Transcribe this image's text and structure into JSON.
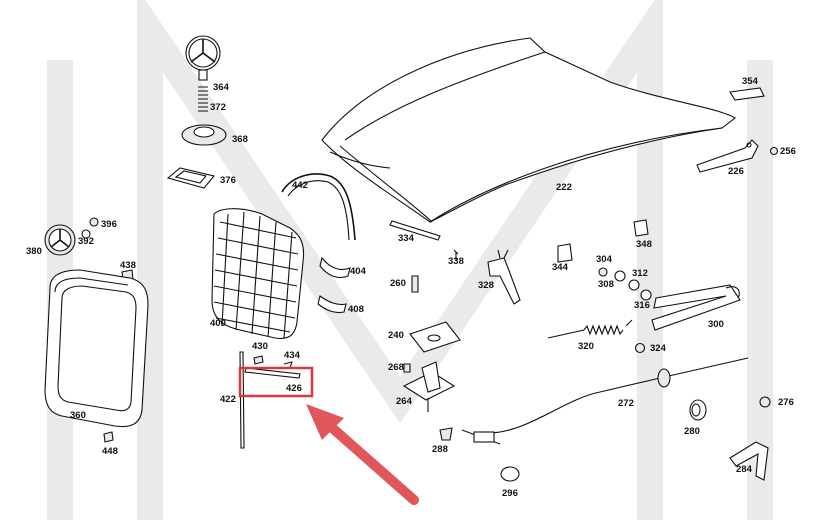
{
  "labels": {
    "l364": "364",
    "l372": "372",
    "l368": "368",
    "l376": "376",
    "l354": "354",
    "l256": "256",
    "l226": "226",
    "l222": "222",
    "l442": "442",
    "l396": "396",
    "l392": "392",
    "l380": "380",
    "l438": "438",
    "l334": "334",
    "l348": "348",
    "l344": "344",
    "l338": "338",
    "l304": "304",
    "l312": "312",
    "l308": "308",
    "l316": "316",
    "l404": "404",
    "l260": "260",
    "l328": "328",
    "l408": "408",
    "l300": "300",
    "l400": "400",
    "l240": "240",
    "l320": "320",
    "l324": "324",
    "l430": "430",
    "l434": "434",
    "l426": "426",
    "l268": "268",
    "l422": "422",
    "l264": "264",
    "l272": "272",
    "l276": "276",
    "l360": "360",
    "l280": "280",
    "l288": "288",
    "l448": "448",
    "l284": "284",
    "l296": "296"
  },
  "colors": {
    "highlight": "#d9363e",
    "arrow": "#e0565b",
    "watermark": "#d9d9d9",
    "line": "#111111"
  }
}
